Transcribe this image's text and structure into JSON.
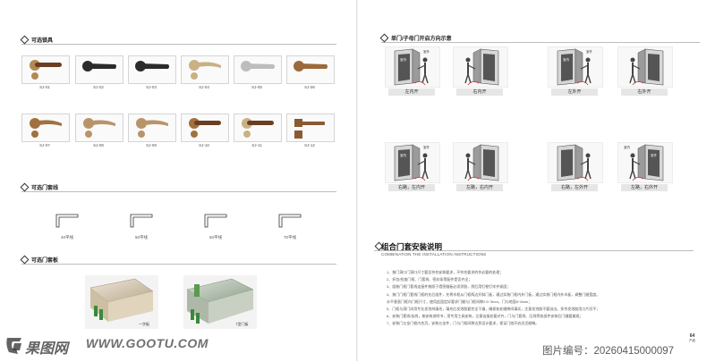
{
  "left_page": {
    "handles_section": {
      "title": "可选锁具"
    },
    "handles": [
      {
        "code": "SJ-01",
        "color": "#b08a55",
        "style": "wood"
      },
      {
        "code": "SJ-02",
        "color": "#2b2b2b",
        "style": "lever"
      },
      {
        "code": "SJ-03",
        "color": "#2b2b2b",
        "style": "lever"
      },
      {
        "code": "SJ-04",
        "color": "#c9b185",
        "style": "ornate"
      },
      {
        "code": "SJ-05",
        "color": "#bdbdbd",
        "style": "lever"
      },
      {
        "code": "SJ-06",
        "color": "#9a6a3c",
        "style": "lever"
      },
      {
        "code": "SJ-07",
        "color": "#a0713f",
        "style": "ornate"
      },
      {
        "code": "SJ-08",
        "color": "#b9946a",
        "style": "ornate"
      },
      {
        "code": "SJ-09",
        "color": "#b9946a",
        "style": "ornate"
      },
      {
        "code": "SJ-10",
        "color": "#a0713f",
        "style": "wood"
      },
      {
        "code": "SJ-11",
        "color": "#c9b185",
        "style": "wood"
      },
      {
        "code": "SJ-12",
        "color": "#8a5a33",
        "style": "square"
      }
    ],
    "frames_section": {
      "title": "可选门套线"
    },
    "frames": [
      {
        "label": "40平线"
      },
      {
        "label": "50平线"
      },
      {
        "label": "60平线"
      },
      {
        "label": "70平线"
      }
    ],
    "boards_section": {
      "title": "可选门套板"
    },
    "boards": [
      {
        "label": "一字板"
      },
      {
        "label": "T型门板"
      }
    ]
  },
  "right_page": {
    "direction_section": {
      "title": "单门/子母门开启方向示意"
    },
    "scenes": [
      {
        "caption": "左内开",
        "indoor": "室内",
        "outdoor": "室外"
      },
      {
        "caption": "右内开",
        "indoor": "",
        "outdoor": ""
      },
      {
        "caption": "左外开",
        "indoor": "室内",
        "outdoor": "室外"
      },
      {
        "caption": "右外开",
        "indoor": "",
        "outdoor": ""
      },
      {
        "caption": "右路，左内开",
        "indoor": "室内",
        "outdoor": "室外"
      },
      {
        "caption": "左路，右内开",
        "indoor": "",
        "outdoor": ""
      },
      {
        "caption": "右路，左外开",
        "indoor": "",
        "outdoor": ""
      },
      {
        "caption": "左路，右外开",
        "indoor": "室外",
        "outdoor": "室内"
      }
    ],
    "install": {
      "title": "组合门套安装说明",
      "subtitle": "COMBINATION THE INSTALLATION INSTRUCTIONS",
      "steps": [
        "1、按门洞口门洞口尺寸要及符合安装要求，不符合要求的作必要的处理；",
        "2、折包/检查门框、门套线、密封条等配件是否齐全；",
        "3、组装门框门套线连接件按照于墙密缝板必须涂胶，然后用钉枪钉牢并紧固；",
        "4、按门门框门套线门框的先后组件，先将木框从门框两边开斜门板，通过实装门框内外门板，通过实装门框内外木板，调整门缝宽度。",
        "   水平垂直门框内门框尺寸，使用此固定好要求门缝与门框间隙2.5~3mm，门与地面5~8mm；",
        "5、门框与洞门间用专业发泡剂填充，填充后发泡胶要完全干燥，确保各处缝隙间填实，注意发泡胶不要溢出。多余发泡胶用刀片切平；",
        "6、安装门套线/挂线，按安装说明书，用专用工具安装，注意连接处要对齐，门与门套线、压线等各部件安装后门缝要美观；",
        "7、安装门五金门框内合页，安装五金件，门与门框间隙达到设计要求，保证门扇开启灵活顺畅。"
      ]
    },
    "page_number": "64",
    "page_sub": "产品"
  },
  "watermark": {
    "logo_text": "果图网",
    "url": "WWW.GOOTU.COM",
    "image_no": "图片编号：20260415000097"
  }
}
